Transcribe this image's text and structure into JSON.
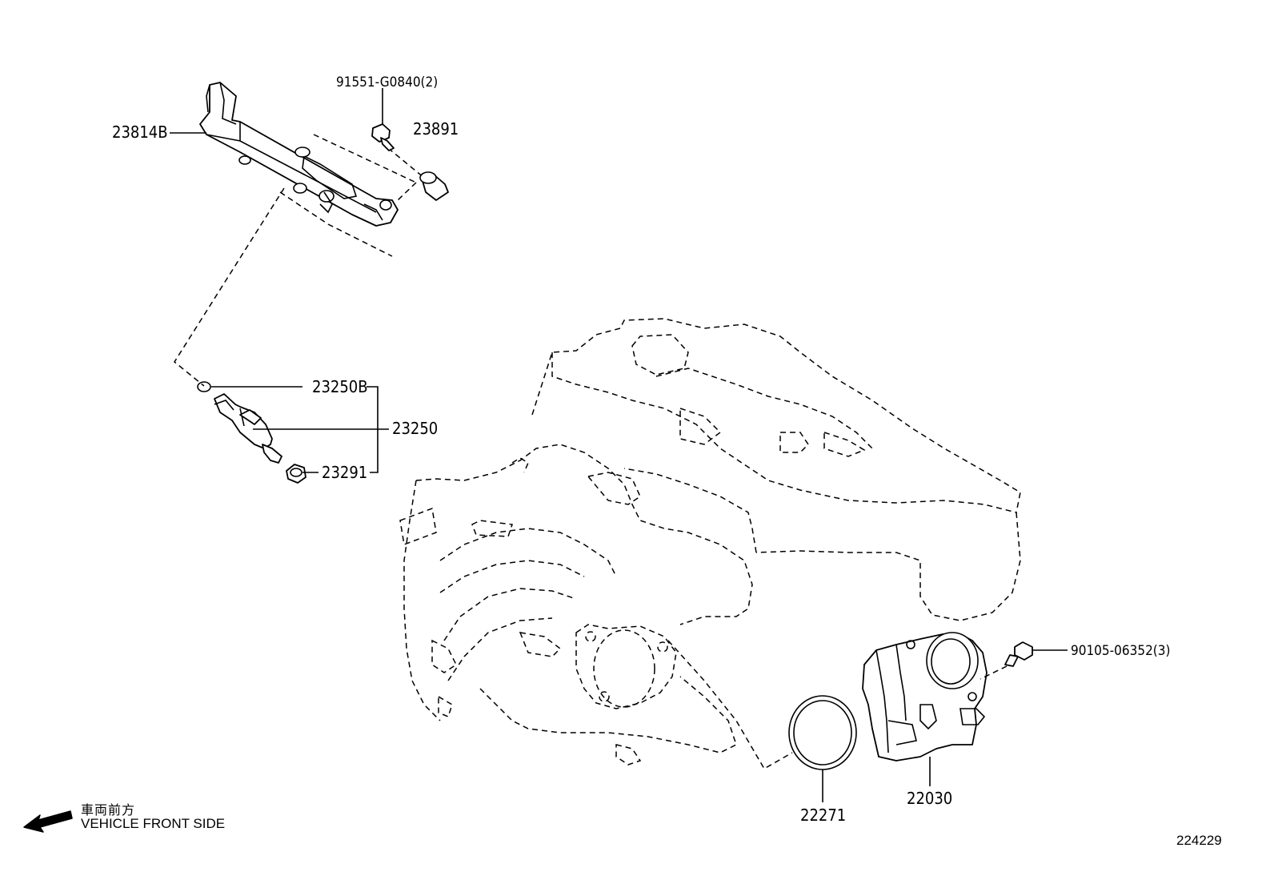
{
  "labels": {
    "bolt_rail": "91551-G0840(2)",
    "delivery_pipe": "23814B",
    "spacer": "23891",
    "o_ring": "23250B",
    "injector": "23250",
    "insulator": "23291",
    "bolt_throttle": "90105-06352(3)",
    "gasket": "22271",
    "throttle_body": "22030"
  },
  "front_indicator": {
    "japanese": "車両前方",
    "english": "VEHICLE FRONT SIDE"
  },
  "diagram_id": "224229"
}
